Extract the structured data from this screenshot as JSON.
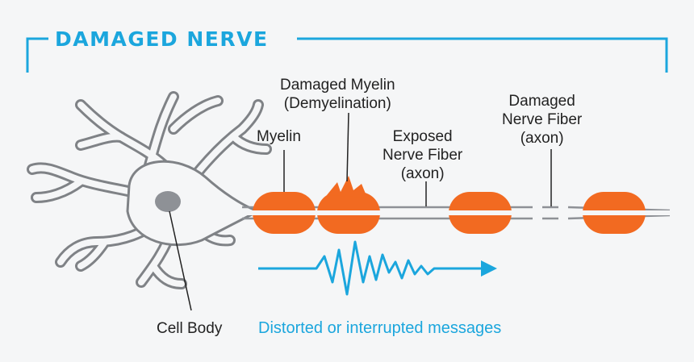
{
  "title": "DAMAGED NERVE",
  "labels": {
    "myelin": "Myelin",
    "damaged_myelin": [
      "Damaged Myelin",
      "(Demyelination)"
    ],
    "exposed_fiber": [
      "Exposed",
      "Nerve Fiber",
      "(axon)"
    ],
    "damaged_fiber": [
      "Damaged",
      "Nerve Fiber",
      "(axon)"
    ],
    "cell_body": "Cell Body",
    "signal_caption": "Distorted or interrupted messages"
  },
  "colors": {
    "accent": "#1ba6dd",
    "myelin": "#f26a21",
    "neuron": "#c7c9cc",
    "nucleus": "#8e9196"
  }
}
